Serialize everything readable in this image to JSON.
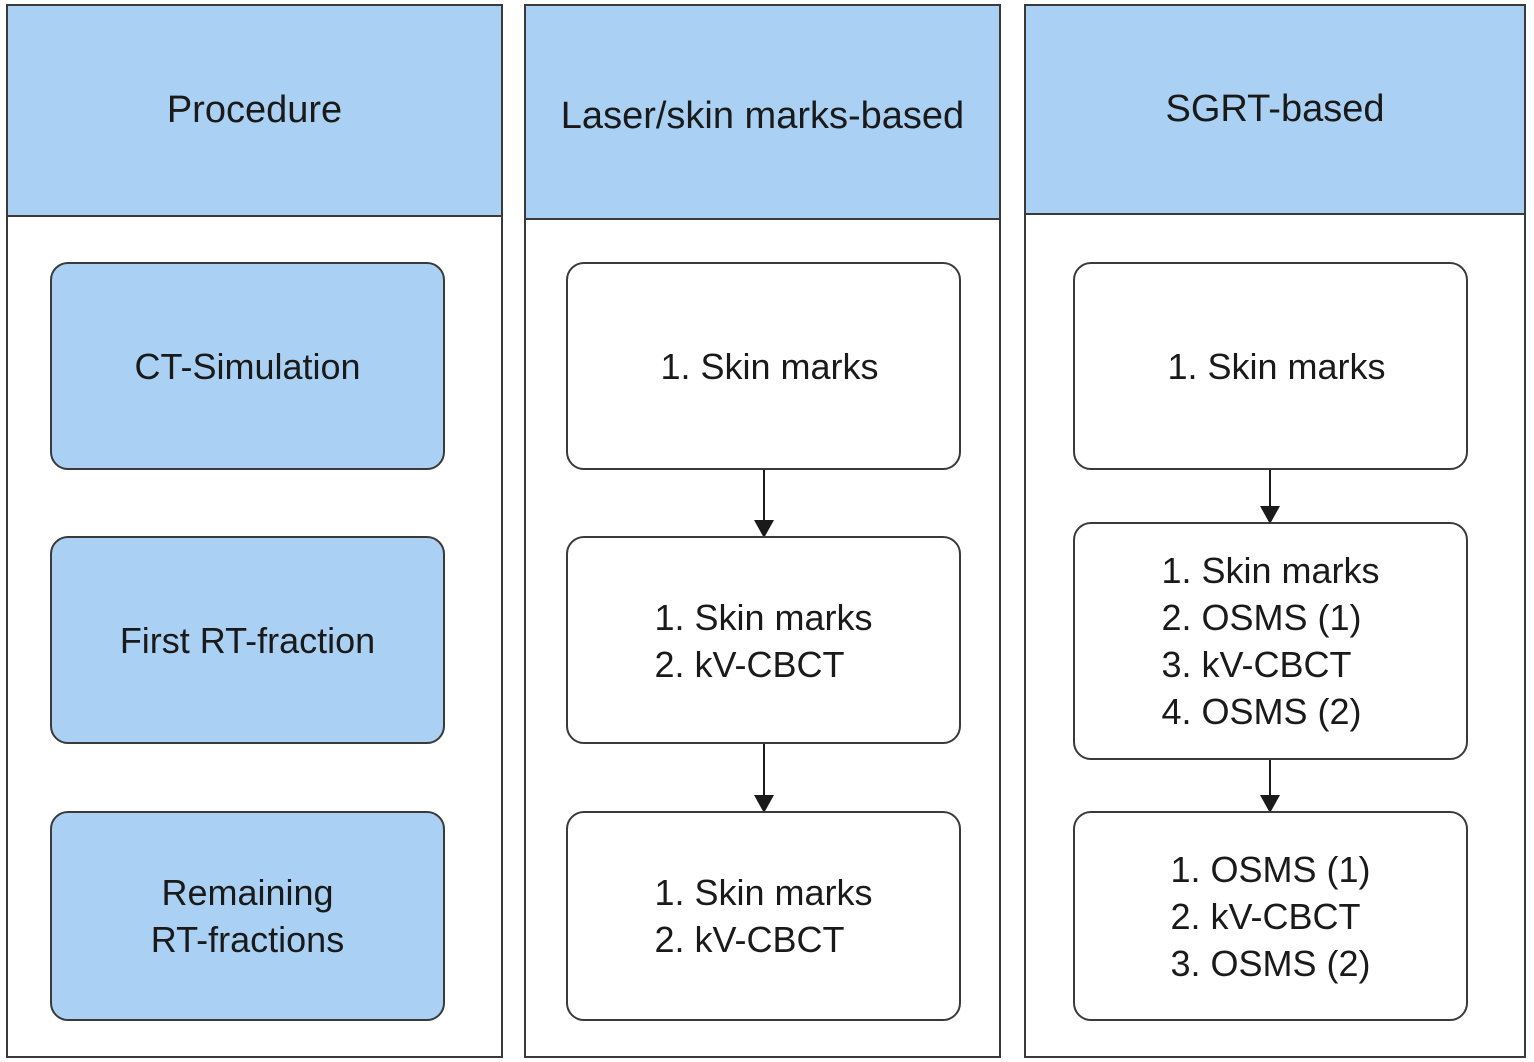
{
  "columns": {
    "procedure": {
      "header": "Procedure",
      "stages": [
        "CT-Simulation",
        "First RT-fraction",
        [
          "Remaining",
          "RT-fractions"
        ]
      ]
    },
    "laser": {
      "header": "Laser/skin marks-based",
      "steps": [
        [
          "1. Skin marks"
        ],
        [
          "1. Skin marks",
          "2. kV-CBCT"
        ],
        [
          "1. Skin marks",
          "2. kV-CBCT"
        ]
      ]
    },
    "sgrt": {
      "header": "SGRT-based",
      "steps": [
        [
          "1. Skin marks"
        ],
        [
          "1. Skin marks",
          "2. OSMS (1)",
          "3. kV-CBCT",
          "4. OSMS (2)"
        ],
        [
          "1. OSMS (1)",
          "2. kV-CBCT",
          "3. OSMS (2)"
        ]
      ]
    }
  },
  "colors": {
    "header_fill": "#aad0f3",
    "border": "#3a3a3a",
    "box_fill_procedure": "#aad0f3",
    "box_fill_steps": "#ffffff"
  }
}
